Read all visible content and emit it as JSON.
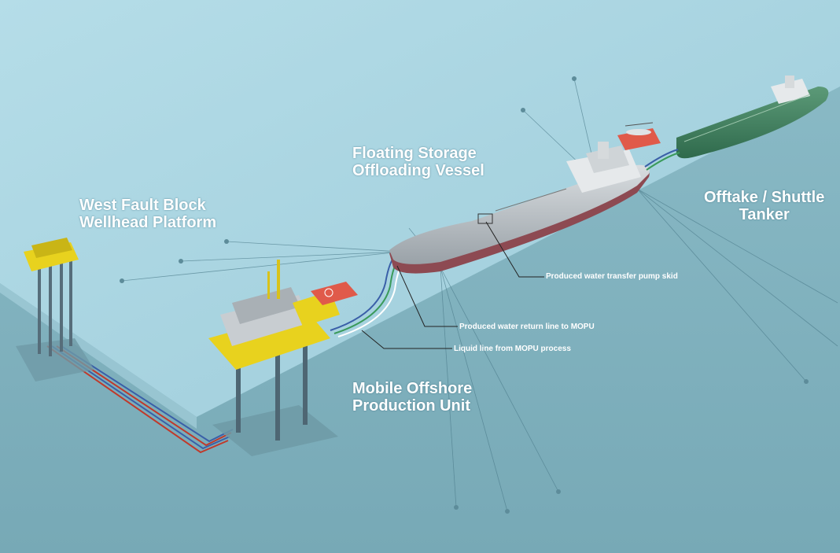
{
  "labels": {
    "wellhead_line1": "West Fault Block",
    "wellhead_line2": "Wellhead Platform",
    "fsov_line1": "Floating Storage",
    "fsov_line2": "Offloading Vessel",
    "tanker_line1": "Offtake / Shuttle",
    "tanker_line2": "Tanker",
    "mopu_line1": "Mobile Offshore",
    "mopu_line2": "Production Unit"
  },
  "callouts": {
    "pump_skid": "Produced water transfer pump skid",
    "return_line": "Produced water return line to MOPU",
    "liquid_line": "Liquid line from MOPU process"
  },
  "colors": {
    "sea_surface": "#a9d6e3",
    "sea_depth": "#7fb3c0",
    "platform_yellow": "#e8d21e",
    "helideck": "#e05a4a",
    "tanker_hull": "#3f7d5e",
    "fsov_hull": "#8d4a52",
    "pipe_red": "#c0392b",
    "pipe_blue": "#3a5fa8",
    "pipe_green": "#3a9a5a"
  }
}
